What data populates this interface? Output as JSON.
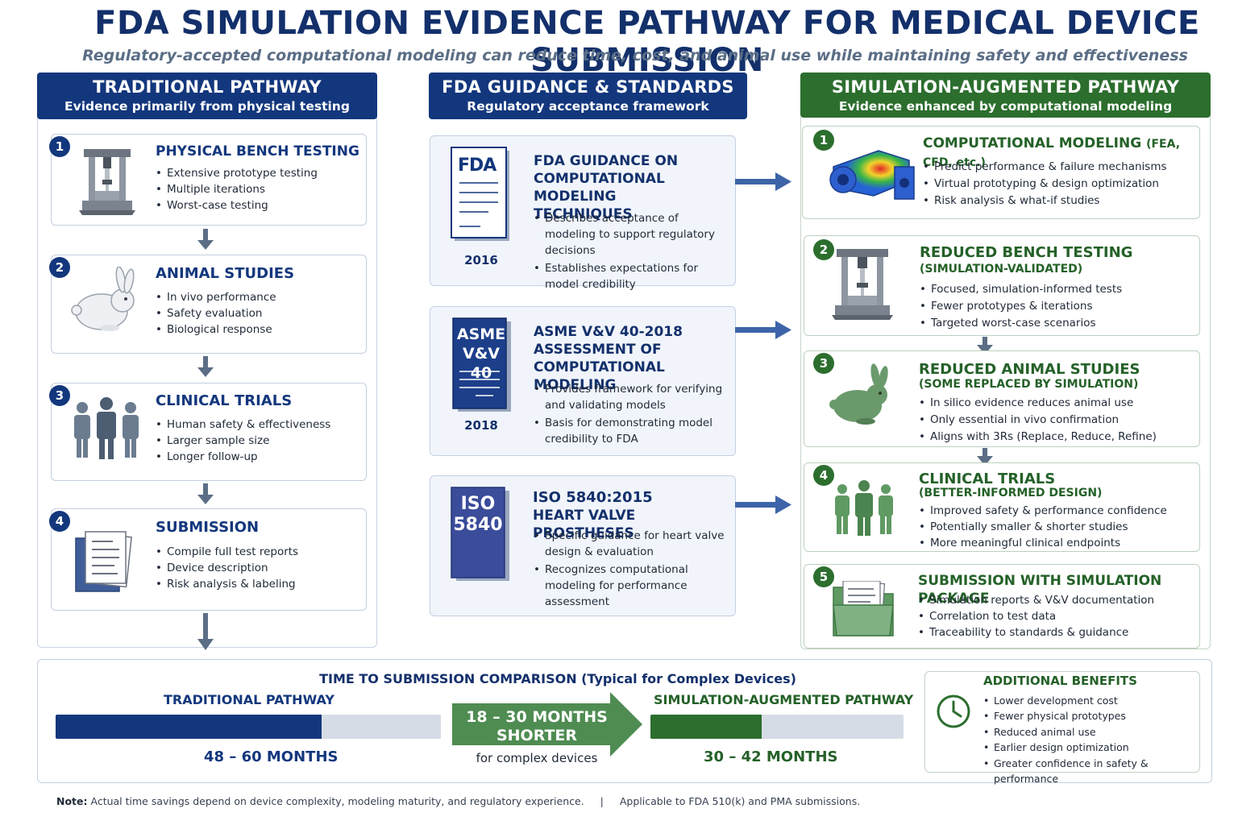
{
  "title": "FDA SIMULATION EVIDENCE PATHWAY FOR MEDICAL DEVICE SUBMISSION",
  "subtitle": "Regulatory-accepted computational modeling can reduce time, cost, and animal use while maintaining safety and effectiveness",
  "traditional": {
    "header": "TRADITIONAL PATHWAY",
    "subheader": "Evidence primarily from physical testing",
    "steps": [
      {
        "num": "1",
        "title": "PHYSICAL BENCH TESTING",
        "bullets": [
          "Extensive prototype testing",
          "Multiple iterations",
          "Worst-case testing"
        ]
      },
      {
        "num": "2",
        "title": "ANIMAL STUDIES",
        "bullets": [
          "In vivo performance",
          "Safety evaluation",
          "Biological response"
        ]
      },
      {
        "num": "3",
        "title": "CLINICAL TRIALS",
        "bullets": [
          "Human safety & effectiveness",
          "Larger sample size",
          "Longer follow-up"
        ]
      },
      {
        "num": "4",
        "title": "SUBMISSION",
        "bullets": [
          "Compile full test reports",
          "Device description",
          "Risk analysis & labeling"
        ]
      }
    ]
  },
  "guidance": {
    "header": "FDA GUIDANCE & STANDARDS",
    "subheader": "Regulatory acceptance framework",
    "items": [
      {
        "book": "FDA",
        "year": "2016",
        "title": [
          "FDA GUIDANCE ON",
          "COMPUTATIONAL MODELING",
          "TECHNIQUES"
        ],
        "bullets": [
          "Describes acceptance of modeling to support regulatory decisions",
          "Establishes expectations for model credibility"
        ]
      },
      {
        "book": [
          "ASME",
          "V&V 40"
        ],
        "year": "2018",
        "title": [
          "ASME V&V 40-2018",
          "ASSESSMENT OF",
          "COMPUTATIONAL MODELING"
        ],
        "bullets": [
          "Provides framework for verifying and validating models",
          "Basis for demonstrating model credibility to FDA"
        ]
      },
      {
        "book": [
          "ISO",
          "5840"
        ],
        "title": [
          "ISO 5840:2015",
          "HEART VALVE PROSTHESES"
        ],
        "bullets": [
          "Specific guidance for heart valve design & evaluation",
          "Recognizes computational modeling for performance assessment"
        ]
      }
    ]
  },
  "simulation": {
    "header": "SIMULATION-AUGMENTED PATHWAY",
    "subheader": "Evidence enhanced by computational modeling",
    "steps": [
      {
        "num": "1",
        "title": "COMPUTATIONAL MODELING",
        "title_small": "(FEA, CFD, etc.)",
        "bullets": [
          "Predict performance & failure mechanisms",
          "Virtual prototyping & design optimization",
          "Risk analysis & what-if studies"
        ]
      },
      {
        "num": "2",
        "title": "REDUCED BENCH TESTING",
        "sub": "(SIMULATION-VALIDATED)",
        "bullets": [
          "Focused, simulation-informed tests",
          "Fewer prototypes & iterations",
          "Targeted worst-case scenarios"
        ]
      },
      {
        "num": "3",
        "title": "REDUCED ANIMAL STUDIES",
        "sub": "(SOME REPLACED BY SIMULATION)",
        "bullets": [
          "In silico evidence reduces animal use",
          "Only essential in vivo confirmation",
          "Aligns with 3Rs (Replace, Reduce, Refine)"
        ]
      },
      {
        "num": "4",
        "title": "CLINICAL TRIALS",
        "sub": "(BETTER-INFORMED DESIGN)",
        "bullets": [
          "Improved safety & performance confidence",
          "Potentially smaller & shorter studies",
          "More meaningful clinical endpoints"
        ]
      },
      {
        "num": "5",
        "title": "SUBMISSION WITH SIMULATION PACKAGE",
        "bullets": [
          "Simulation reports & V&V documentation",
          "Correlation to test data",
          "Traceability to standards & guidance"
        ]
      }
    ]
  },
  "comparison": {
    "title": "TIME TO SUBMISSION COMPARISON",
    "title_note": "(Typical for Complex Devices)",
    "traditional_label": "TRADITIONAL PATHWAY",
    "traditional_value": "48 – 60 MONTHS",
    "traditional_fill": 0.69,
    "arrow_line1": "18 – 30 MONTHS",
    "arrow_line2": "SHORTER",
    "arrow_note": "for complex devices",
    "sim_label": "SIMULATION-AUGMENTED PATHWAY",
    "sim_value": "30 – 42 MONTHS",
    "sim_fill": 0.44,
    "colors": {
      "blue": "#13377d",
      "green": "#2c6e2e",
      "arrow": "#4f8c52"
    }
  },
  "benefits": {
    "title": "ADDITIONAL BENEFITS",
    "items": [
      "Lower development cost",
      "Fewer physical prototypes",
      "Reduced animal use",
      "Earlier design optimization",
      "Greater confidence in safety & performance"
    ]
  },
  "note": {
    "label": "Note:",
    "text": "Actual time savings depend on device complexity, modeling maturity, and regulatory experience.",
    "separator": "|",
    "text2": "Applicable to FDA 510(k) and PMA submissions."
  }
}
